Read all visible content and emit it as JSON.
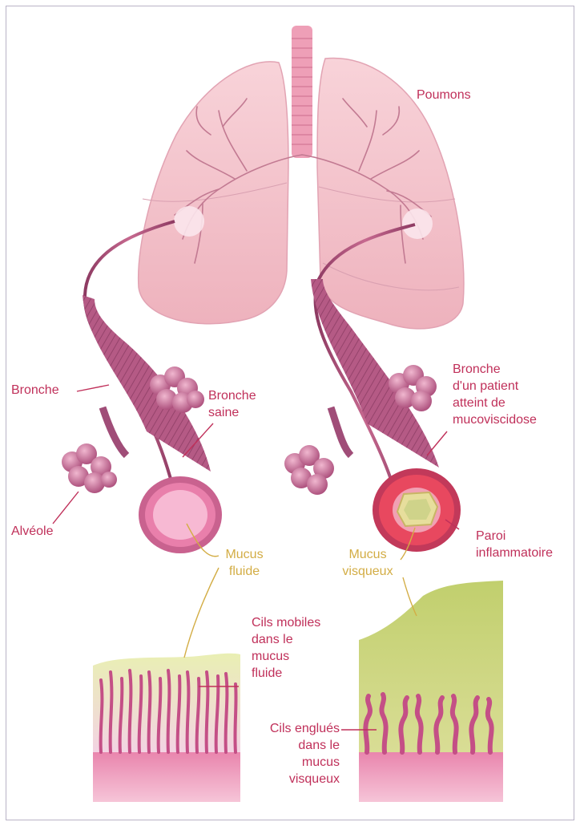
{
  "labels": {
    "lungs": "Poumons",
    "bronchus": "Bronche",
    "healthy_bronchus": "Bronche\nsaine",
    "cf_bronchus": "Bronche\nd'un patient\natteint de\nmucoviscidose",
    "alveolus": "Alvéole",
    "inflamed_wall": "Paroi\ninflammatoire",
    "fluid_mucus": "Mucus\nfluide",
    "viscous_mucus": "Mucus\nvisqueux",
    "mobile_cilia": "Cils mobiles\ndans le\nmucus\nfluide",
    "stuck_cilia": "Cils englués\ndans le\nmucus\nvisqueux"
  },
  "colors": {
    "label_red": "#c0305a",
    "label_yellow": "#d3ad45",
    "lung_pink": "#f5c8d0",
    "bronchus_purple": "#b55580",
    "inflamed_red": "#e0405a",
    "mucus_green": "#c9d477"
  }
}
